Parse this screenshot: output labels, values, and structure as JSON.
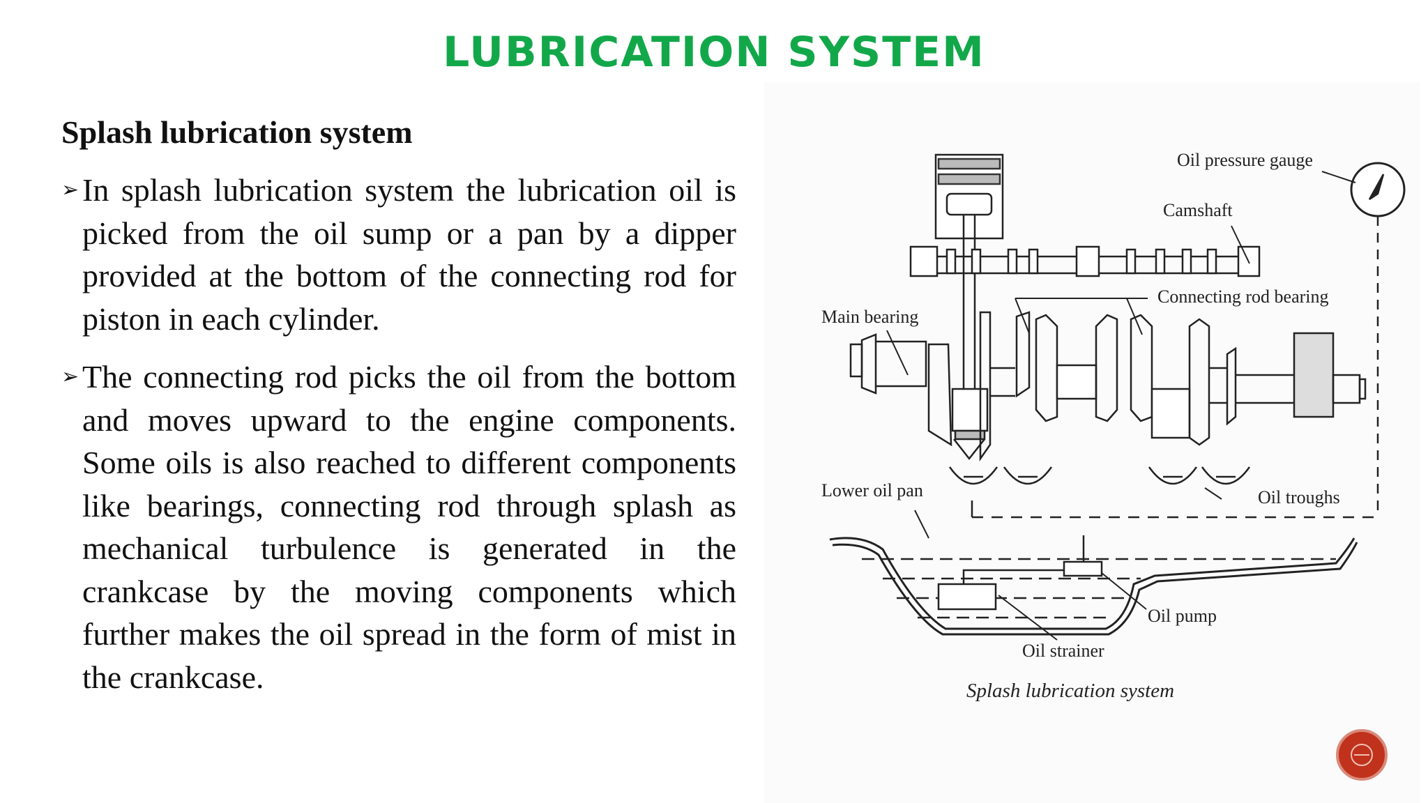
{
  "slide": {
    "title": "LUBRICATION SYSTEM",
    "subheading": "Splash lubrication system",
    "bullets": [
      "In splash lubrication system the lubrication oil is picked from the oil sump or a pan by a dipper provided at the bottom of the connecting rod for piston in each cylinder.",
      "The connecting rod picks the oil from the bottom and moves upward to the engine components. Some oils is also reached to different components like bearings, connecting rod through splash as mechanical turbulence is generated in the crankcase by the moving components which further makes the oil spread in the form of mist in the crankcase."
    ]
  },
  "figure": {
    "labels": {
      "oil_pressure_gauge": "Oil pressure gauge",
      "camshaft": "Camshaft",
      "connecting_rod_bearing": "Connecting rod bearing",
      "main_bearing": "Main bearing",
      "lower_oil_pan": "Lower oil pan",
      "oil_troughs": "Oil troughs",
      "oil_pump": "Oil pump",
      "oil_strainer": "Oil strainer"
    },
    "caption": "Splash lubrication system"
  },
  "icons": {
    "bullet": "arrow-bullet-icon",
    "nav": "nav-button-icon"
  },
  "colors": {
    "title": "#12a84a",
    "nav_button": "#c0321c"
  }
}
